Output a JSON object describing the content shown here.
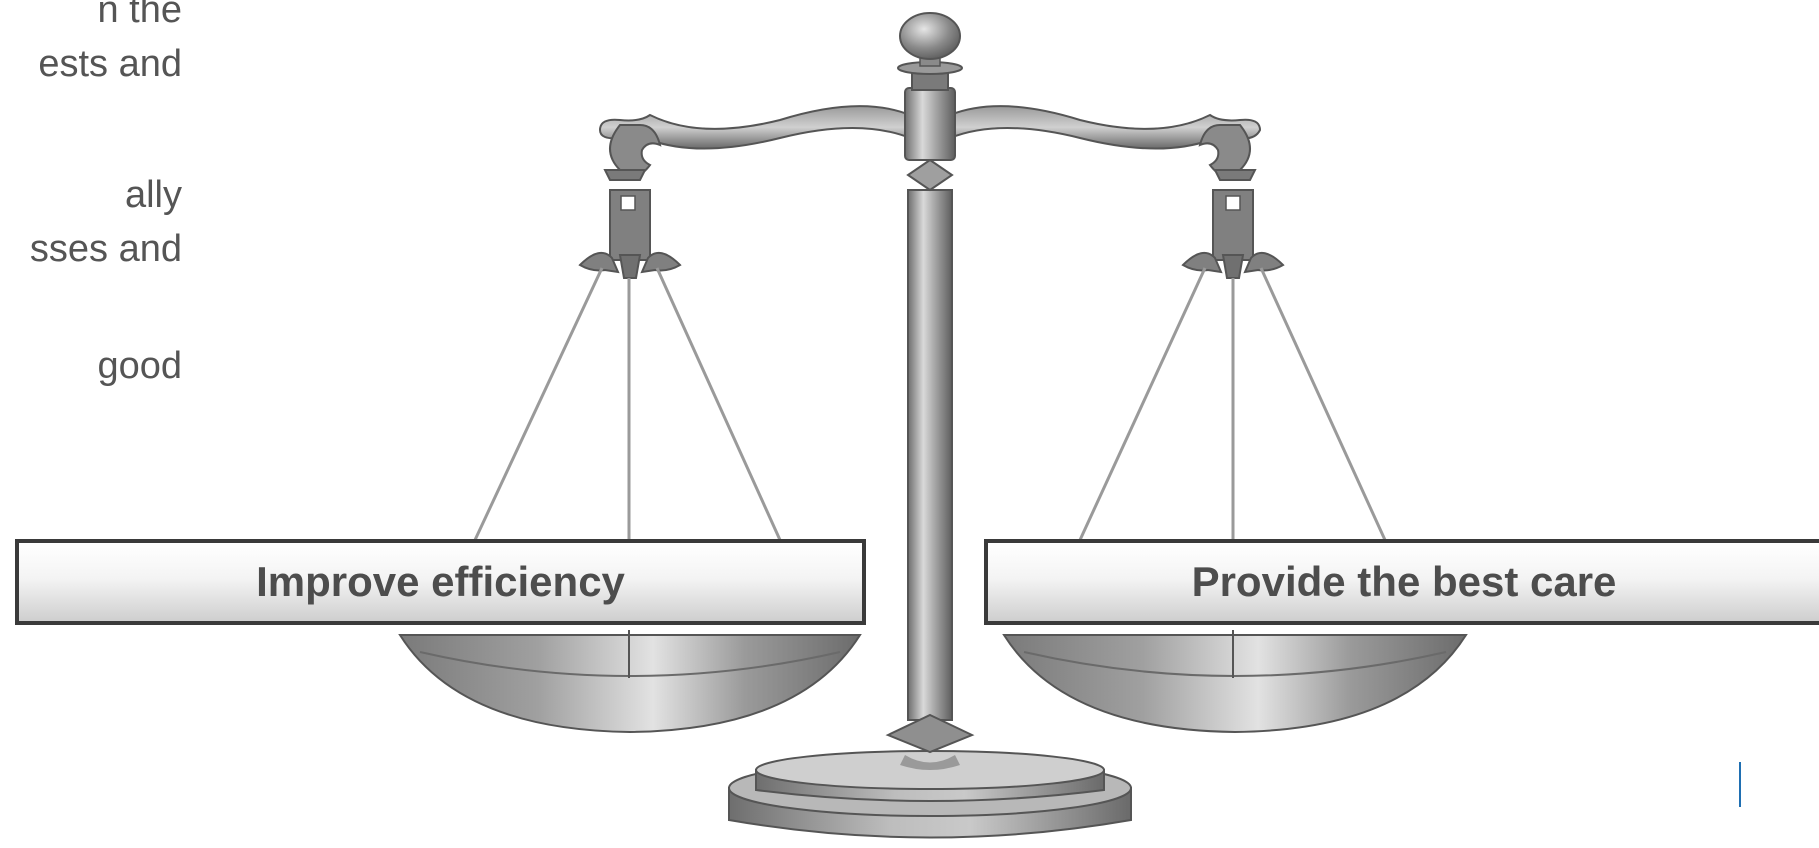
{
  "left_text": {
    "line1": "n the",
    "line2": "ests and",
    "line3": "ally",
    "line4": "sses and",
    "line5": "good"
  },
  "scale": {
    "left_pan_label": "Improve efficiency",
    "right_pan_label": "Provide the best care"
  },
  "colors": {
    "metal": "#8c8c8c",
    "label_border": "#3a3a3a",
    "label_text": "#4d4d4d",
    "body_text": "#555555",
    "accent": "#1f6fb2"
  }
}
